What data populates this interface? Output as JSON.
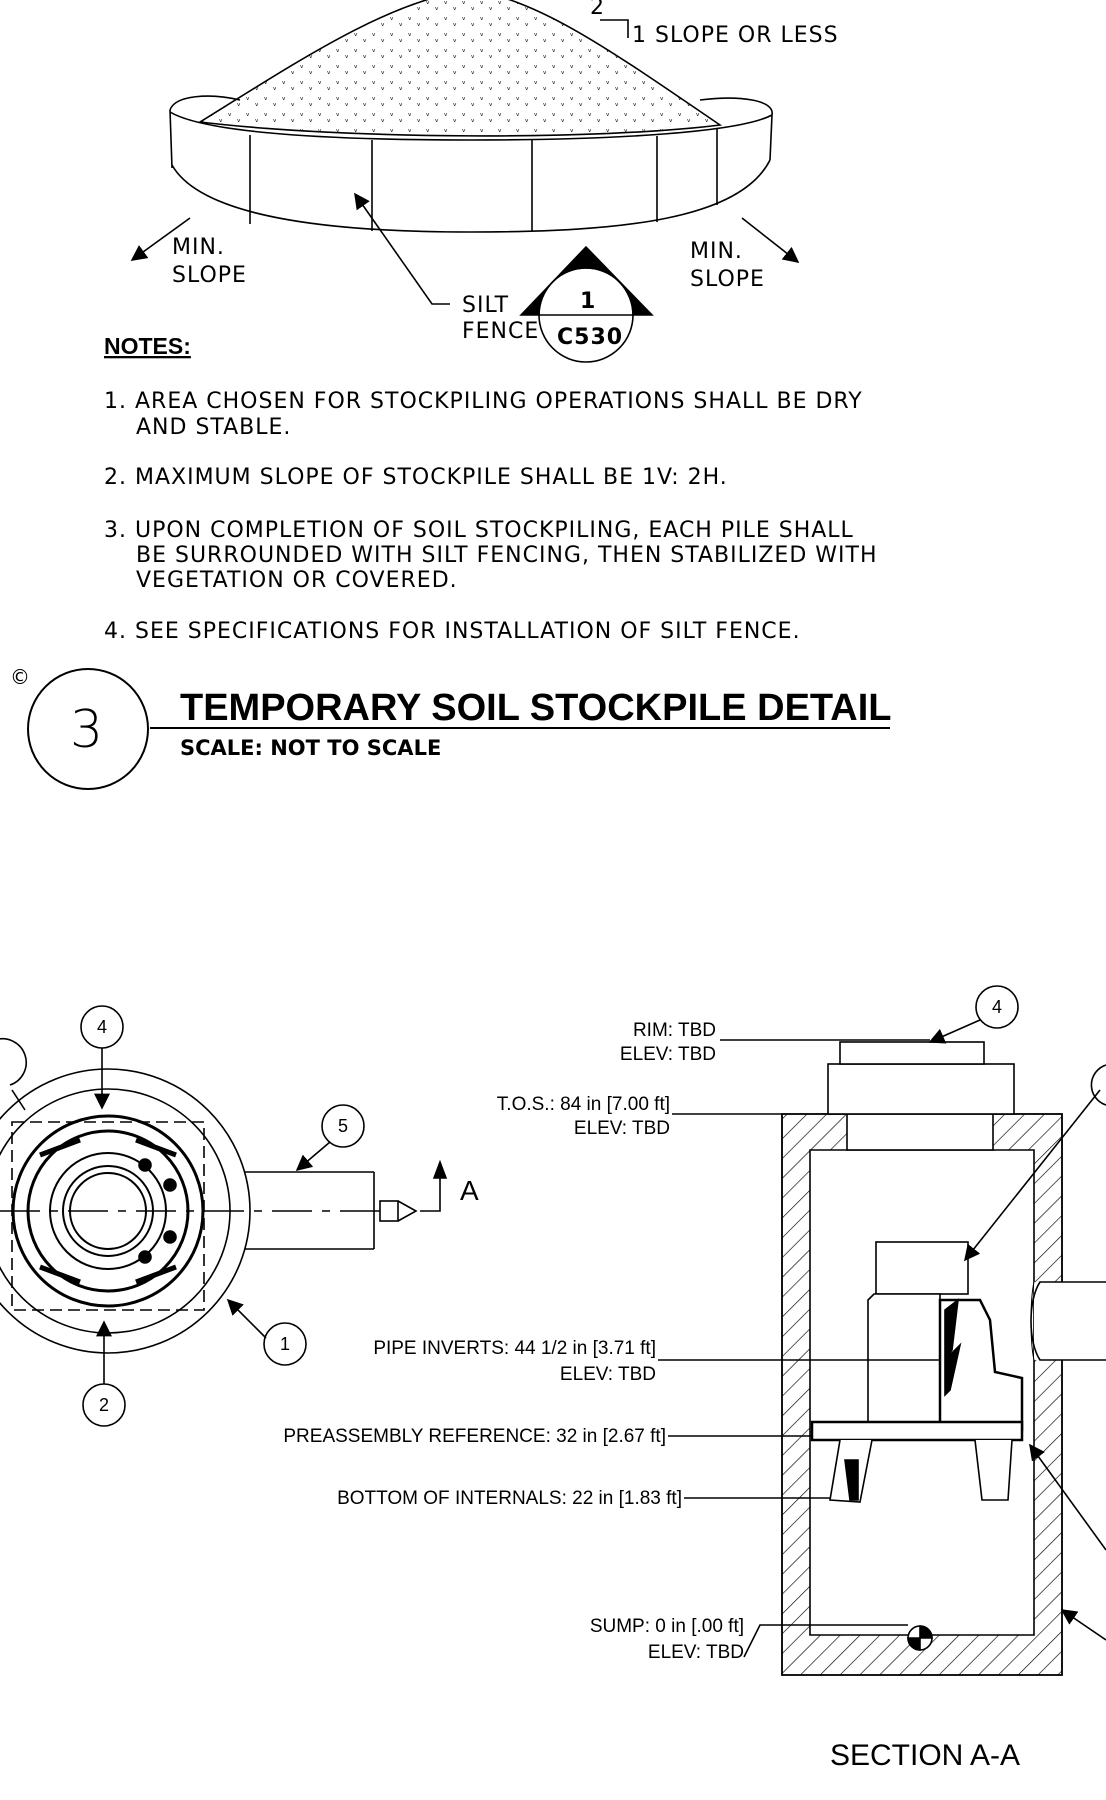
{
  "stockpile": {
    "slope_num": "2",
    "slope_text": "1 SLOPE OR LESS",
    "min_slope_left_1": "MIN.",
    "min_slope_left_2": "SLOPE",
    "min_slope_right_1": "MIN.",
    "min_slope_right_2": "SLOPE",
    "silt_1": "SILT",
    "silt_2": "FENCE",
    "ref_detail": "1",
    "ref_sheet": "C530"
  },
  "notes": {
    "heading": "NOTES:",
    "items": [
      {
        "line1": "1. AREA CHOSEN FOR STOCKPILING OPERATIONS SHALL BE DRY",
        "line2": "AND STABLE.",
        "line3": ""
      },
      {
        "line1": "2. MAXIMUM SLOPE OF STOCKPILE SHALL BE 1V: 2H.",
        "line2": "",
        "line3": ""
      },
      {
        "line1": "3. UPON COMPLETION OF SOIL STOCKPILING, EACH PILE SHALL",
        "line2": "BE SURROUNDED WITH SILT FENCING, THEN STABILIZED WITH",
        "line3": "VEGETATION OR COVERED."
      },
      {
        "line1": "4. SEE SPECIFICATIONS FOR INSTALLATION OF SILT FENCE.",
        "line2": "",
        "line3": ""
      }
    ]
  },
  "detail_title": {
    "copyright": "©",
    "number": "3",
    "title": "TEMPORARY SOIL STOCKPILE DETAIL",
    "scale": "SCALE: NOT TO SCALE"
  },
  "plan_view": {
    "callouts": [
      "4",
      "5",
      "1",
      "2"
    ],
    "section_mark": "A"
  },
  "section": {
    "callout_top": "4",
    "rim": "RIM: TBD",
    "rim_elev": "ELEV: TBD",
    "tos": "T.O.S.: 84 in [7.00 ft]",
    "tos_elev": "ELEV: TBD",
    "pipe_inverts": "PIPE INVERTS: 44 1/2 in [3.71 ft]",
    "pipe_elev": "ELEV: TBD",
    "preassembly": "PREASSEMBLY REFERENCE: 32 in [2.67 ft]",
    "bottom": "BOTTOM OF INTERNALS: 22 in [1.83 ft]",
    "sump": "SUMP: 0 in [.00 ft]",
    "sump_elev": "ELEV: TBD",
    "title": "SECTION A-A"
  }
}
